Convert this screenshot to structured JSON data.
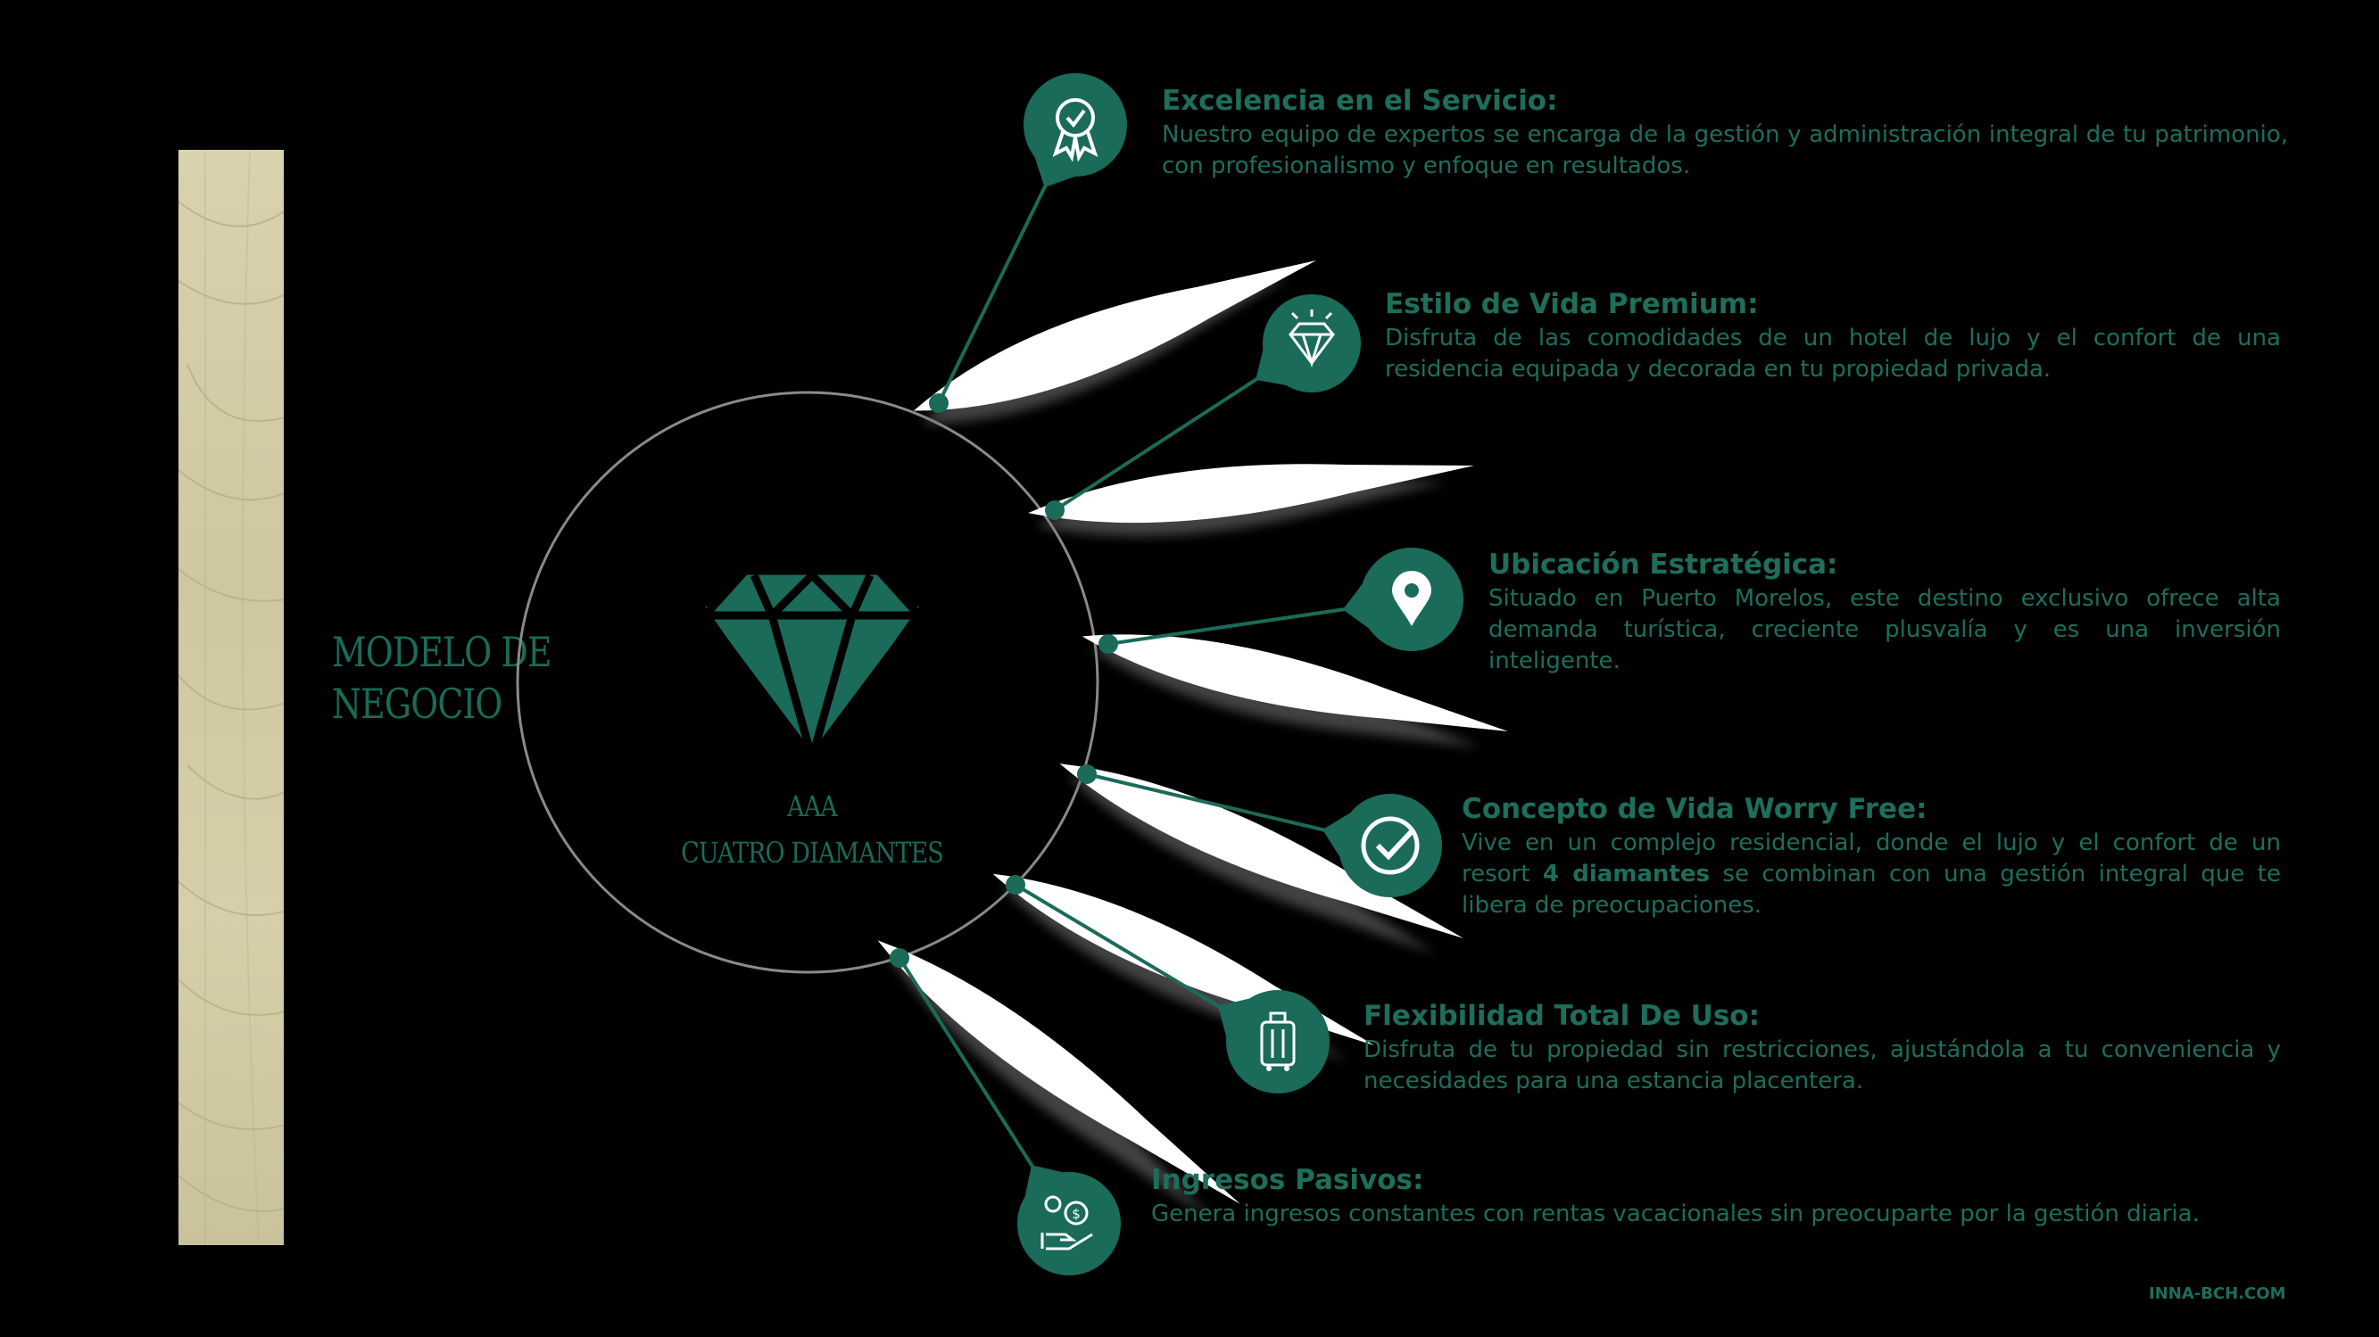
{
  "title_lines": [
    "MODELO DE",
    "NEGOCIO"
  ],
  "center_lines": [
    "AAA",
    "CUATRO DIAMANTES"
  ],
  "colors": {
    "teal": "#1a6b59",
    "background": "#000000",
    "strip": "#d3cca6"
  },
  "items": [
    {
      "icon": "award-ribbon-icon",
      "title": "Excelencia en el Servicio:",
      "text": "Nuestro equipo de expertos se encarga de la gestión y administración integral de tu patrimonio, con profesionalismo y enfoque en resultados."
    },
    {
      "icon": "diamond-icon",
      "title": "Estilo de Vida Premium:",
      "text": "Disfruta de las comodidades de un hotel de lujo y el confort de una residencia equipada y decorada en tu propiedad privada."
    },
    {
      "icon": "location-pin-icon",
      "title": "Ubicación Estratégica:",
      "text": "Situado en Puerto Morelos, este destino exclusivo ofrece alta demanda turística, creciente plusvalía y es una inversión inteligente."
    },
    {
      "icon": "checkmark-icon",
      "title": "Concepto de Vida Worry Free:",
      "text_before": "Vive en un complejo residencial, donde el lujo y el confort de un resort ",
      "text_bold": "4 diamantes",
      "text_after": " se combinan con una gestión integral que te libera de preocupaciones."
    },
    {
      "icon": "luggage-icon",
      "title": "Flexibilidad Total De Uso:",
      "text": "Disfruta de tu propiedad sin restricciones,  ajustándola a tu conveniencia y necesidades para una estancia placentera."
    },
    {
      "icon": "money-hand-icon",
      "title": "Ingresos Pasivos:",
      "text": "Genera ingresos constantes con rentas vacacionales sin preocuparte por la gestión diaria."
    }
  ],
  "footer": "INNA-BCH.COM"
}
